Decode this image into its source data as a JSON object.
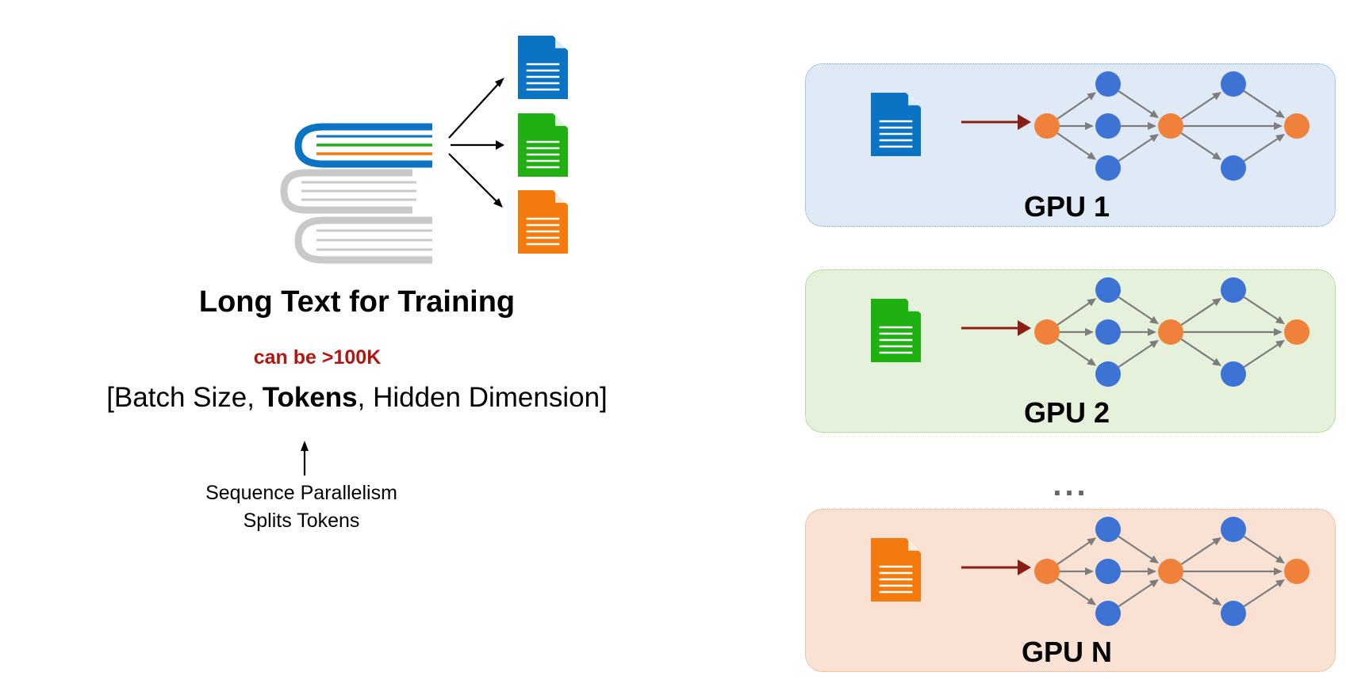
{
  "left_panel": {
    "title": "Long Text for Training",
    "note": "can be >100K",
    "dims": {
      "open": "[Batch Size, ",
      "bold": "Tokens",
      "close": ", Hidden Dimension]"
    },
    "caption_line1": "Sequence Parallelism",
    "caption_line2": "Splits Tokens"
  },
  "gpus": [
    {
      "label": "GPU 1",
      "doc_color": "#0a73c3",
      "box_bg": "#dfeaf6",
      "box_border": "#6aa6dc"
    },
    {
      "label": "GPU 2",
      "doc_color": "#1fb012",
      "box_bg": "#e6f1db",
      "box_border": "#89c46a"
    },
    {
      "label": "GPU N",
      "doc_color": "#f47a0d",
      "box_bg": "#f9e2d3",
      "box_border": "#e8a07a"
    }
  ],
  "ellipsis": "...",
  "colors": {
    "note": "#b0170f",
    "node_orange": "#f0813a",
    "node_blue": "#3e73d6",
    "edge": "#7d7d7d",
    "input_arrow": "#8b1e14",
    "book_blue": "#0a73c3",
    "book_gray": "#c9c9c9",
    "line_green": "#1fb012",
    "line_orange": "#f47a0d"
  }
}
